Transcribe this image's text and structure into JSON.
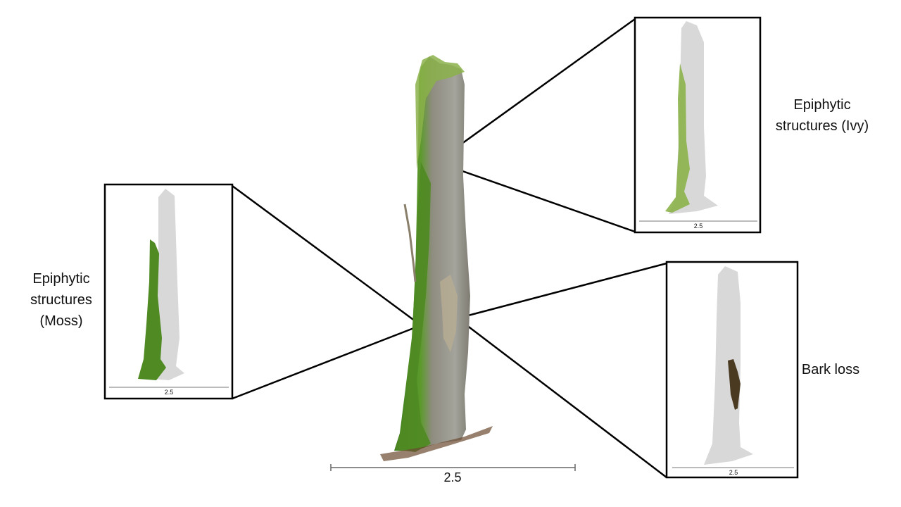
{
  "colors": {
    "moss": "#4f8a22",
    "moss_dark": "#2f5d14",
    "ivy": "#8bb24a",
    "bark": "#9a9a92",
    "bark_dark": "#6b6658",
    "ghost": "#d8d8d8",
    "bark_loss": "#4a3a22",
    "frame": "#000000"
  },
  "main_view": {
    "scale_label": "2.5"
  },
  "insets": [
    {
      "id": "moss",
      "lines": [
        "Epiphytic",
        "structures",
        "(Moss)"
      ],
      "scale_label": "2.5"
    },
    {
      "id": "ivy",
      "lines": [
        "Epiphytic",
        "structures (Ivy)"
      ],
      "scale_label": "2.5"
    },
    {
      "id": "bark",
      "lines": [
        "Bark loss"
      ],
      "scale_label": "2.5"
    }
  ]
}
